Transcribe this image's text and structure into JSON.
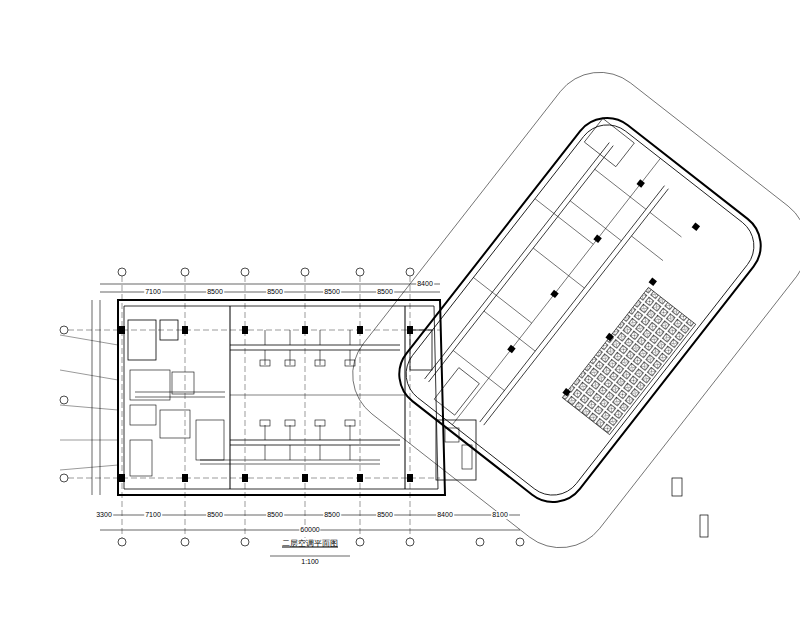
{
  "diagram": {
    "title": "二层空调平面图",
    "labels": [
      "1:100",
      "3300",
      "7100",
      "8500",
      "8500",
      "8500",
      "8500",
      "8400",
      "8100",
      "60000",
      "7100",
      "8500",
      "8500",
      "8500",
      "8500",
      "8400"
    ]
  }
}
